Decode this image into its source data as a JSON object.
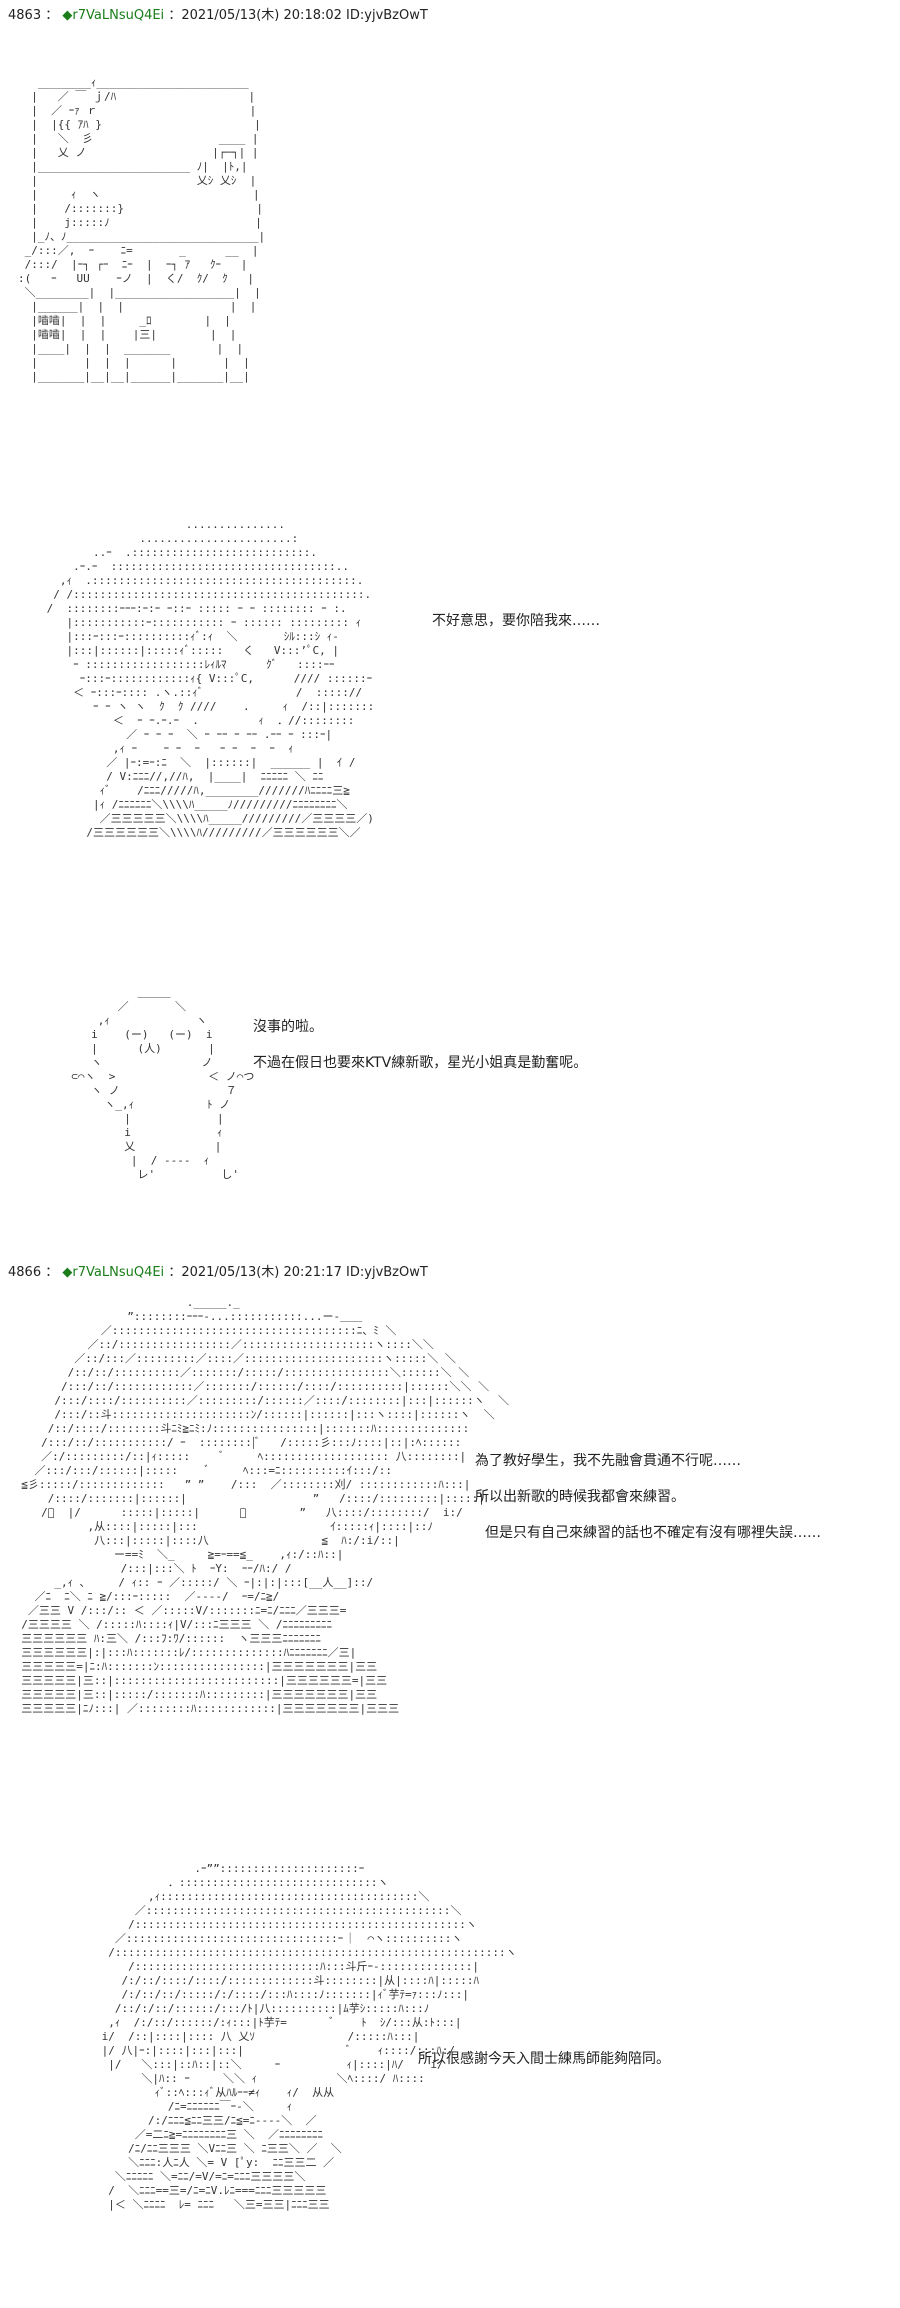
{
  "posts": [
    {
      "number": "4863",
      "separator": "：",
      "trip": "◆r7VaLNsuQ4Ei",
      "date": "：2021/05/13(木) 20:18:02 ID:yjvBzOwT",
      "panels": [
        {
          "dialogue": []
        },
        {
          "dialogue": [
            "不好意思，要你陪我來……"
          ]
        },
        {
          "dialogue": [
            "沒事的啦。",
            "不過在假日也要來KTV練新歌，星光小姐真是勤奮呢。"
          ]
        }
      ]
    },
    {
      "number": "4866",
      "separator": "：",
      "trip": "◆r7VaLNsuQ4Ei",
      "date": "：2021/05/13(木) 20:21:17 ID:yjvBzOwT",
      "panels": [
        {
          "dialogue": [
            "為了教好學生，我不先融會貫通不行呢……",
            "所以出新歌的時候我都會來練習。",
            "但是只有自己來練習的話也不確定有沒有哪裡失誤……"
          ]
        },
        {
          "dialogue": [
            "所以很感謝今天入間士練馬師能夠陪同。"
          ]
        }
      ]
    }
  ]
}
